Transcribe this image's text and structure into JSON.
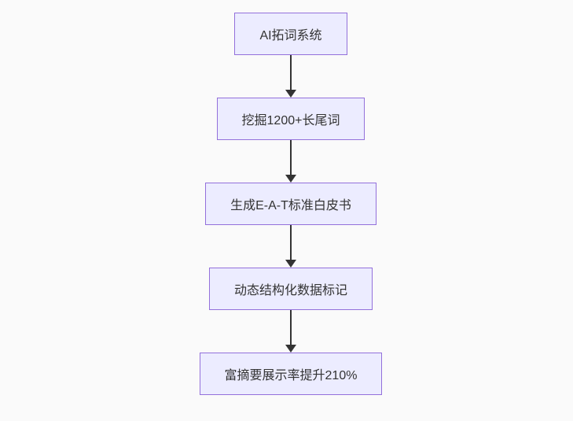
{
  "theme": {
    "page_background": "#fafafa",
    "node_fill": "#ECECFF",
    "node_border": "#9370DB",
    "arrow_color": "#333333",
    "text_color": "#333333"
  },
  "chart_data": {
    "type": "flowchart",
    "direction": "top-down",
    "nodes": [
      {
        "id": "n1",
        "label": "AI拓词系统"
      },
      {
        "id": "n2",
        "label": "挖掘1200+长尾词"
      },
      {
        "id": "n3",
        "label": "生成E-A-T标准白皮书"
      },
      {
        "id": "n4",
        "label": "动态结构化数据标记"
      },
      {
        "id": "n5",
        "label": "富摘要展示率提升210%"
      }
    ],
    "edges": [
      {
        "from": "n1",
        "to": "n2",
        "style": "arrow"
      },
      {
        "from": "n2",
        "to": "n3",
        "style": "arrow"
      },
      {
        "from": "n3",
        "to": "n4",
        "style": "arrow"
      },
      {
        "from": "n4",
        "to": "n5",
        "style": "arrow"
      }
    ]
  },
  "flowchart": {
    "nodes": [
      {
        "label": "AI拓词系统"
      },
      {
        "label": "挖掘1200+长尾词"
      },
      {
        "label": "生成E-A-T标准白皮书"
      },
      {
        "label": "动态结构化数据标记"
      },
      {
        "label": "富摘要展示率提升210%"
      }
    ]
  }
}
